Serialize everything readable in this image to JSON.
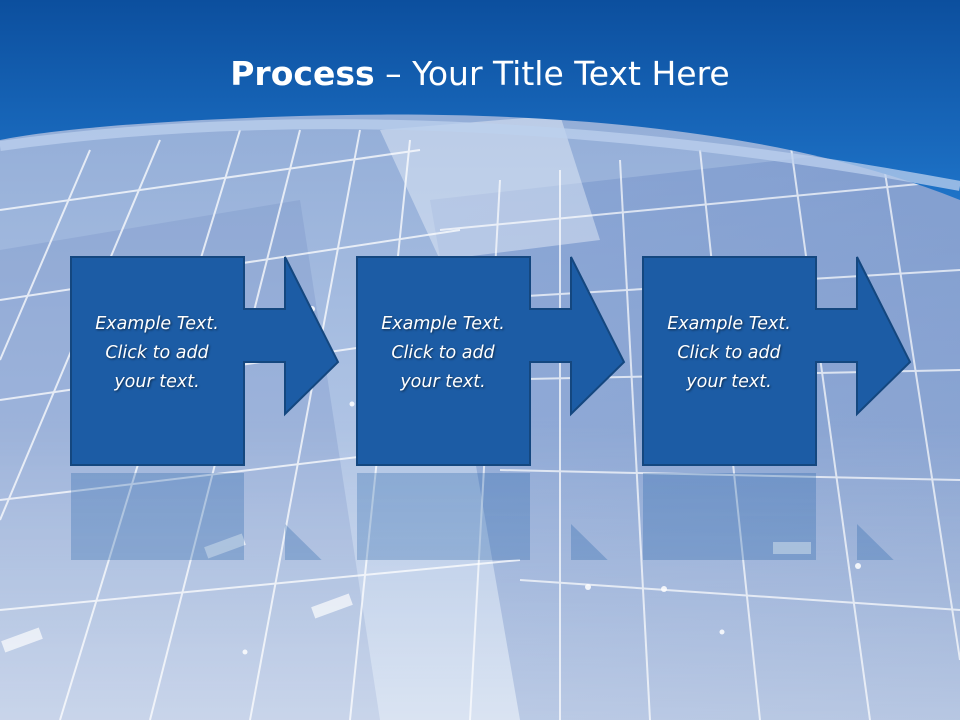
{
  "slide": {
    "title_bold": "Process",
    "title_rest": " – Your Title Text Here"
  },
  "colors": {
    "banner_top": "#0c4f9e",
    "banner_bottom": "#1f74c9",
    "box_fill": "#1c5ca5",
    "box_border": "#14477f",
    "text": "#ffffff"
  },
  "steps": [
    {
      "line1": "Example Text.",
      "line2": "Click  to add",
      "line3": "your text."
    },
    {
      "line1": "Example Text.",
      "line2": "Click  to add",
      "line3": "your text."
    },
    {
      "line1": "Example Text.",
      "line2": "Click  to add",
      "line3": "your text."
    }
  ],
  "icons": [
    "arrow-right-icon"
  ]
}
